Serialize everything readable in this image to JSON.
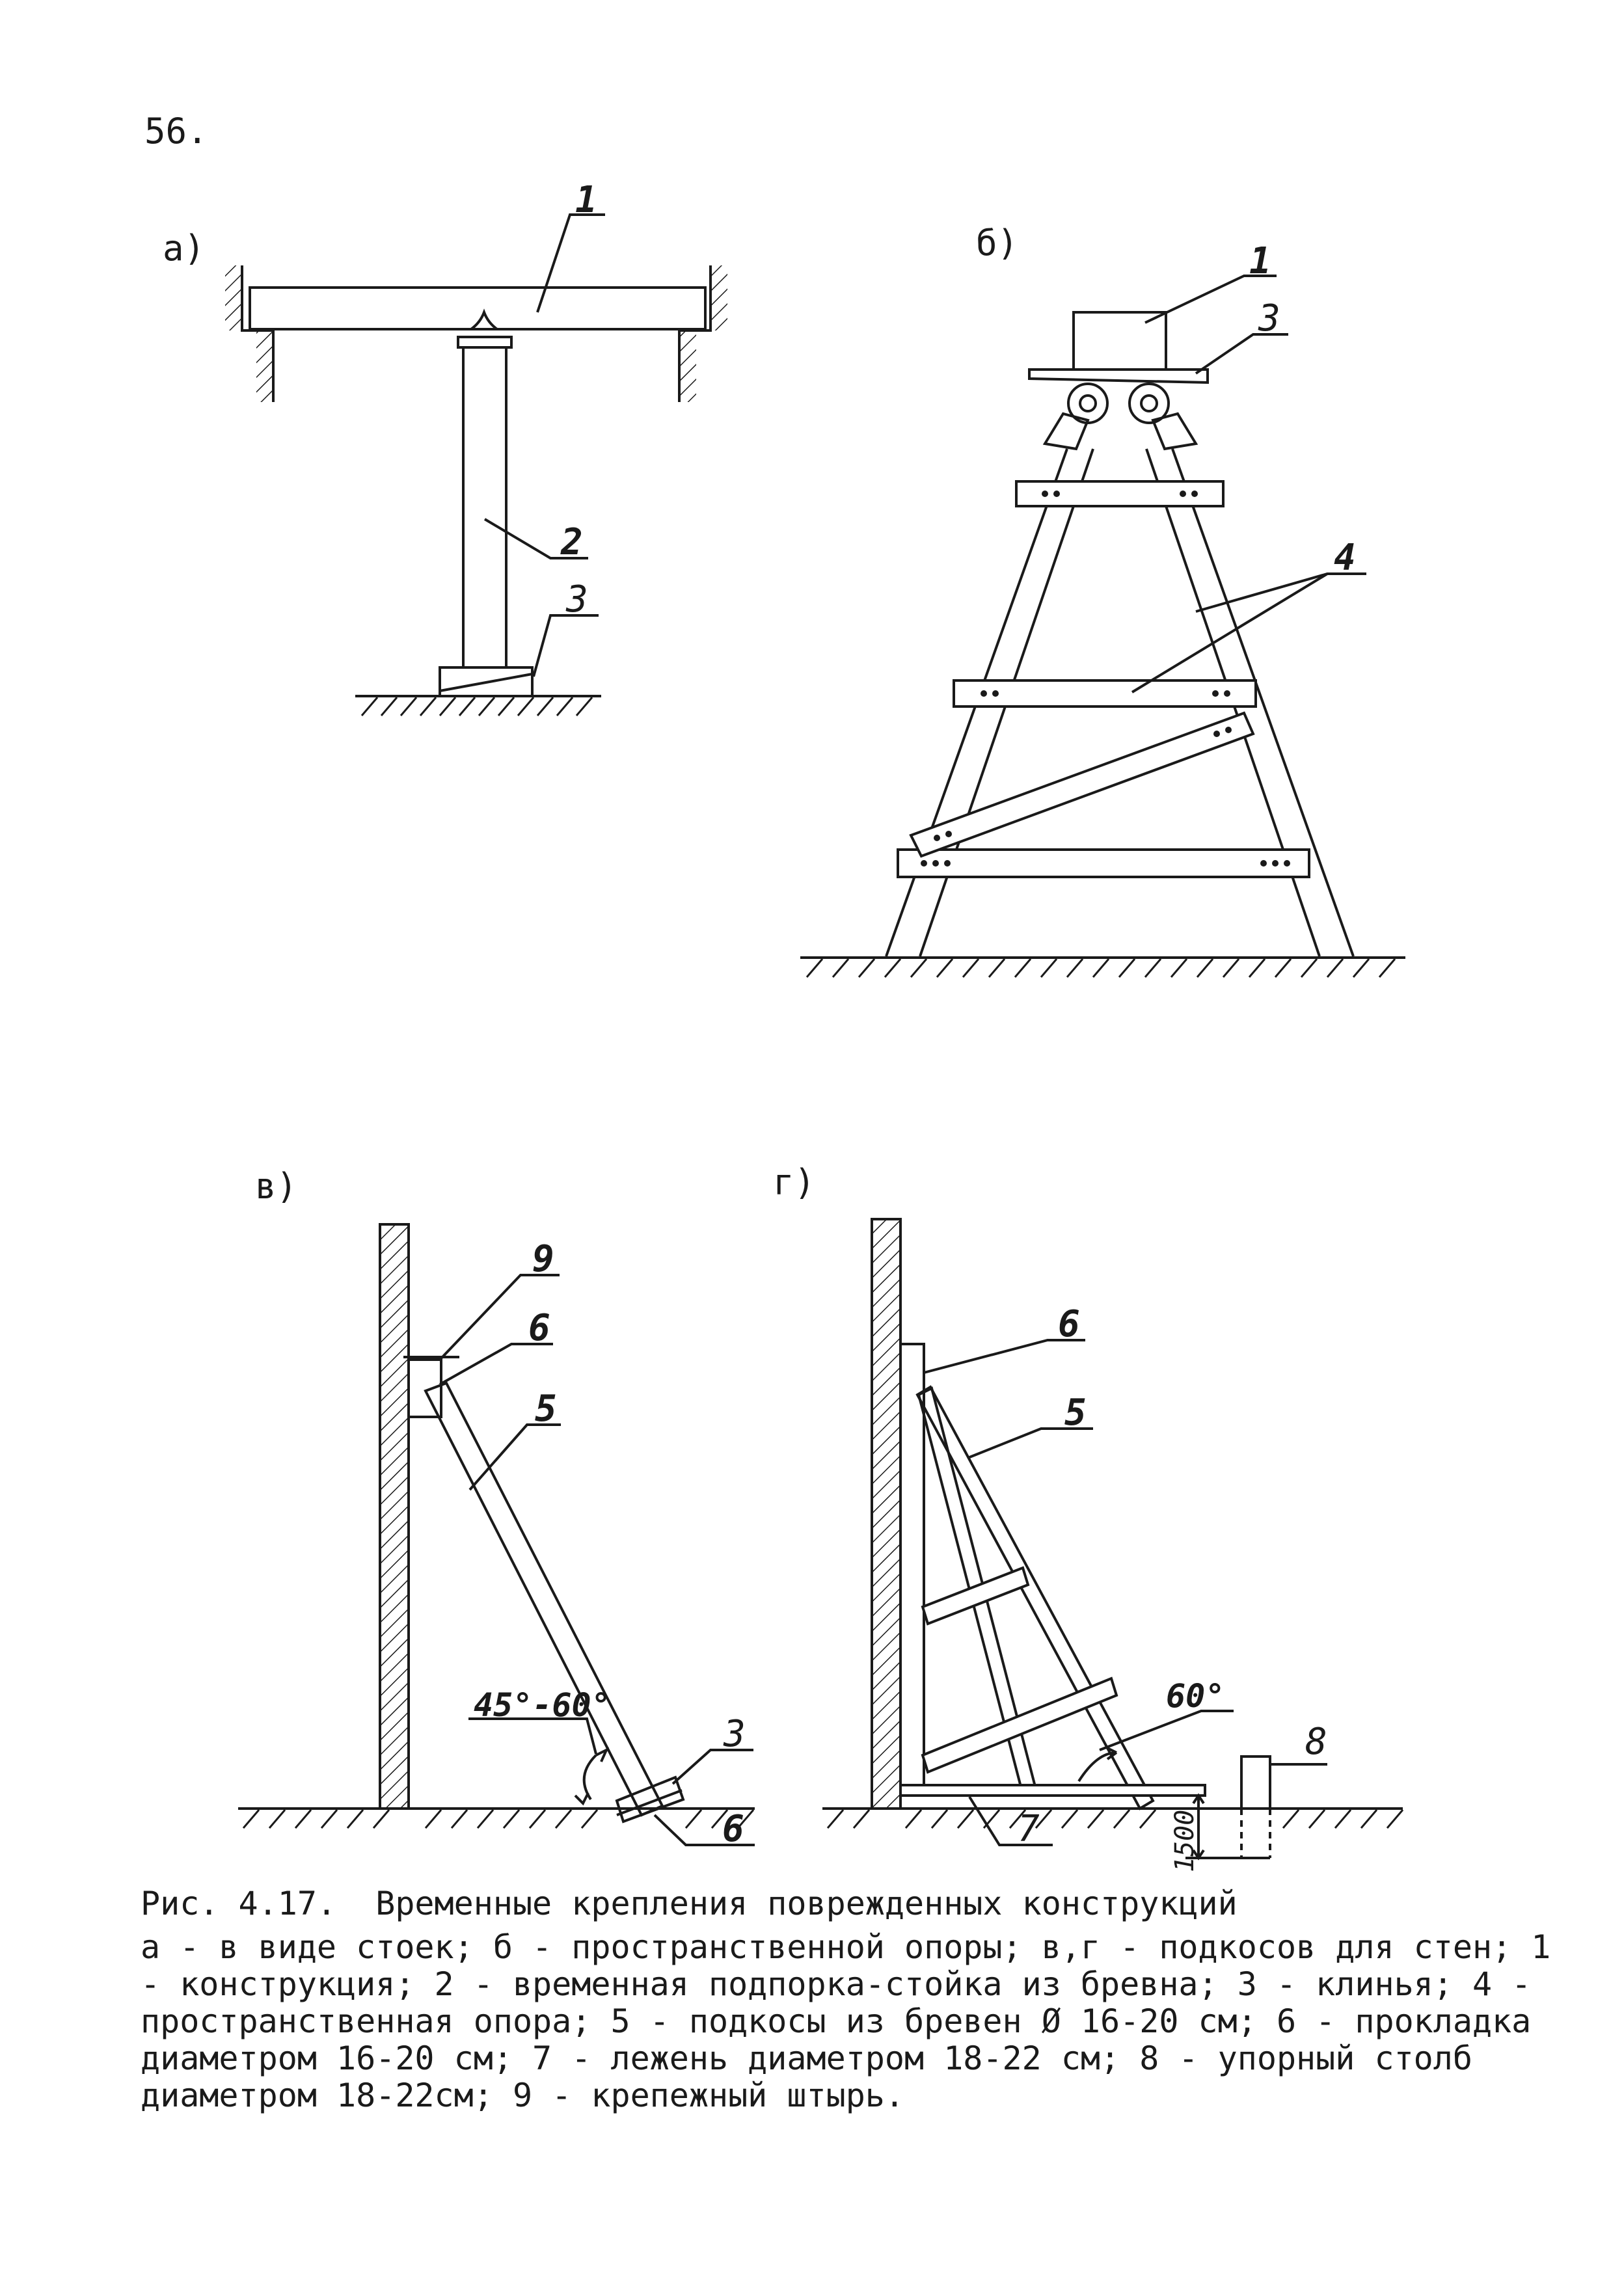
{
  "page_number": "56.",
  "figure": {
    "a": {
      "letter": "а)",
      "labels": {
        "construction": "1",
        "prop": "2",
        "wedges": "3"
      }
    },
    "b": {
      "letter": "б)",
      "labels": {
        "construction": "1",
        "wedges": "3",
        "support": "4"
      }
    },
    "v": {
      "letter": "в)",
      "labels": {
        "pin": "9",
        "pad_top": "6",
        "brace": "5",
        "wedge": "3",
        "pad_bottom": "6"
      },
      "angle": "45°-60°"
    },
    "g": {
      "letter": "г)",
      "labels": {
        "pad": "6",
        "brace": "5",
        "angle": "60°",
        "post": "8",
        "sill": "7"
      },
      "depth": "1500"
    }
  },
  "caption": {
    "title": "Рис. 4.17.  Временные крепления поврежденных конструкций",
    "body": "а - в виде стоек; б - пространственной опоры; в,г - подкосов для стен; 1 - конструкция;  2 - временная подпорка-стойка из бревна; 3 - клинья; 4 - пространственная опора; 5 - подкосы из бревен Ø 16-20 см; 6 - прокладка диаметром 16-20 см; 7 - лежень диаметром 18-22 см; 8 - упорный столб диаметром 18-22см; 9 - крепежный штырь."
  }
}
